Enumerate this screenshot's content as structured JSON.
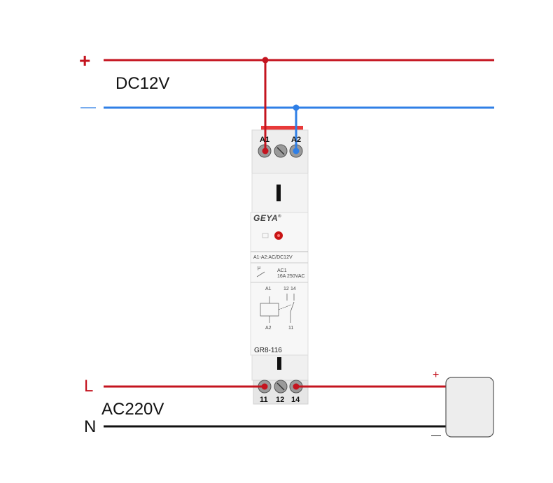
{
  "dc": {
    "plus": "+",
    "minus": "—",
    "label": "DC12V"
  },
  "ac": {
    "l": "L",
    "n": "N",
    "label": "AC220V"
  },
  "load": {
    "plus": "+",
    "minus": "—"
  },
  "relay": {
    "brand": "GEYA",
    "trademark": "®",
    "coil_rating": "A1-A2:AC/DC12V",
    "contact_symbol": "μ",
    "contact_class": "AC1",
    "contact_rating": "16A 250VAC",
    "schematic": {
      "a1": "A1",
      "a2": "A2",
      "t12": "12",
      "t14": "14",
      "t11": "11"
    },
    "model": "GR8-116",
    "top_terminals": {
      "a1": "A1",
      "a2": "A2"
    },
    "bottom_terminals": [
      "11",
      "12",
      "14"
    ]
  },
  "colors": {
    "positive": "#c4141f",
    "negative": "#2f7fe6",
    "neutral": "#111111"
  }
}
